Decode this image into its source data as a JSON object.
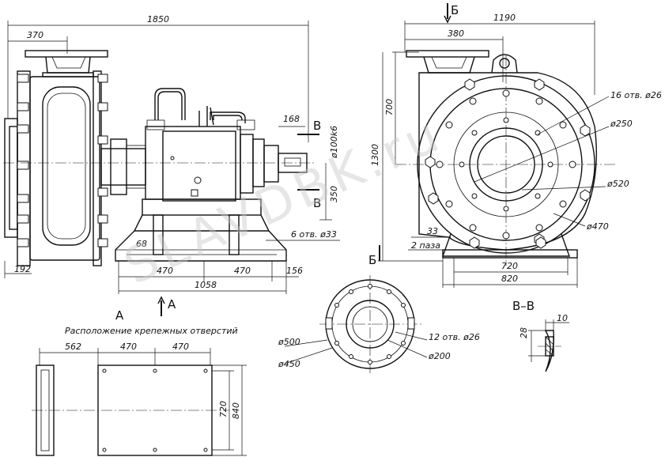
{
  "watermark": "SLAVDBK.ru",
  "dimensions": {
    "total_length": "1850",
    "flange_offset": "370",
    "shaft_ext": "168",
    "shaft_diam": "ø100k6",
    "shaft_height": "350",
    "holes_6": "6 отв. ø33",
    "foot_68": "68",
    "base_470_a": "470",
    "base_470_b": "470",
    "base_156": "156",
    "base_1058": "1058",
    "left_192": "192",
    "right_width": "1190",
    "right_380": "380",
    "height_700": "700",
    "height_1300": "1300",
    "holes_16": "16 отв. ø26",
    "d250": "ø250",
    "d520": "ø520",
    "d470": "ø470",
    "d33": "33",
    "slots_2": "2 паза",
    "base_720": "720",
    "base_820": "820",
    "holes_12": "12 отв. ø26",
    "d500": "ø500",
    "d450": "ø450",
    "d200": "ø200",
    "plan_562": "562",
    "plan_470_a": "470",
    "plan_470_b": "470",
    "plan_720": "720",
    "plan_840": "840",
    "sec_28": "28",
    "sec_10": "10"
  },
  "labels": {
    "section_b_top": "Б",
    "section_b_bottom": "Б",
    "section_v_top": "В",
    "section_v_bottom": "В",
    "view_a": "А",
    "view_a_arrow": "А",
    "view_a_caption": "Расположение крепежных отверстий",
    "section_vv": "В–В"
  }
}
